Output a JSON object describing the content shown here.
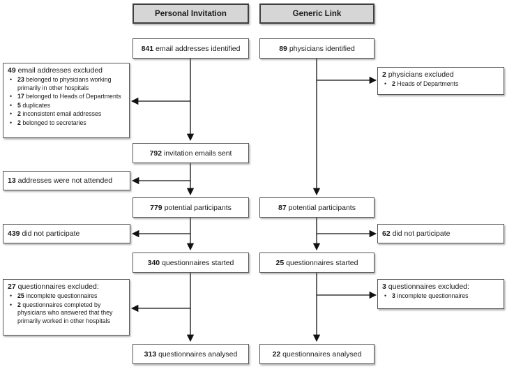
{
  "diagram": {
    "left": {
      "header": "Personal Invitation",
      "flow": [
        {
          "num": "841",
          "text": "email addresses identified"
        },
        {
          "num": "792",
          "text": "invitation emails sent"
        },
        {
          "num": "779",
          "text": "potential participants"
        },
        {
          "num": "340",
          "text": "questionnaires started"
        },
        {
          "num": "313",
          "text": "questionnaires analysed"
        }
      ],
      "side": [
        {
          "num": "49",
          "title": "email addresses excluded",
          "bullet": "•",
          "bullets": [
            {
              "num": "23",
              "text": "belonged to physicians working primarily in other hospitals"
            },
            {
              "num": "17",
              "text": "belonged to Heads of Departments"
            },
            {
              "num": "5",
              "text": "duplicates"
            },
            {
              "num": "2",
              "text": "inconsistent email addresses"
            },
            {
              "num": "2",
              "text": "belonged to secretaries"
            }
          ]
        },
        {
          "num": "13",
          "title": "addresses were not attended"
        },
        {
          "num": "439",
          "title": "did not participate"
        },
        {
          "num": "27",
          "title": "questionnaires excluded:",
          "bullet": "•",
          "bullets": [
            {
              "num": "25",
              "text": "incomplete questionnaires"
            },
            {
              "num": "2",
              "text": "questionnaires completed by physicians who answered that they primarily worked in other hospitals"
            }
          ]
        }
      ]
    },
    "right": {
      "header": "Generic Link",
      "flow": [
        {
          "num": "89",
          "text": "physicians identified"
        },
        {
          "num": "87",
          "text": "potential participants"
        },
        {
          "num": "25",
          "text": "questionnaires started"
        },
        {
          "num": "22",
          "text": "questionnaires analysed"
        }
      ],
      "side": [
        {
          "num": "2",
          "title": "physicians excluded",
          "bullet": "•",
          "bullets": [
            {
              "num": "2",
              "text": "Heads of Departments"
            }
          ]
        },
        {
          "num": "62",
          "title": "did not participate"
        },
        {
          "num": "3",
          "title": "questionnaires excluded:",
          "bullet": "•",
          "bullets": [
            {
              "num": "3",
              "text": "incomplete questionnaires"
            }
          ]
        }
      ]
    },
    "colors": {
      "header_fill": "#d6d6d6",
      "box_border": "#565656",
      "line": "#111111"
    }
  }
}
